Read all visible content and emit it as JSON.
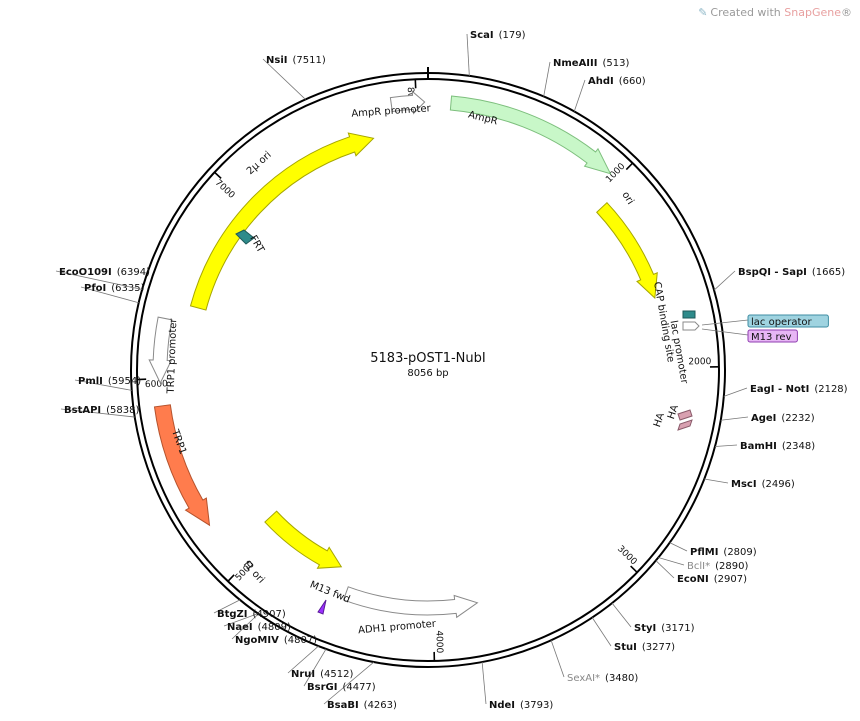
{
  "credit": {
    "prefix": "Created with",
    "brand": "SnapGene",
    "mark": "®"
  },
  "plasmid": {
    "name": "5183-pOST1-NubI",
    "length_label": "8056 bp",
    "length": 8056
  },
  "ticks": [
    {
      "bp": 1000,
      "label": "1000"
    },
    {
      "bp": 2000,
      "label": "2000"
    },
    {
      "bp": 3000,
      "label": "3000"
    },
    {
      "bp": 4000,
      "label": "4000"
    },
    {
      "bp": 5000,
      "label": "5000"
    },
    {
      "bp": 6000,
      "label": "6000"
    },
    {
      "bp": 7000,
      "label": "7000"
    },
    {
      "bp": 8000,
      "label": "8000"
    }
  ],
  "sites": [
    {
      "name": "ScaI",
      "pos": "179",
      "bp": 179,
      "style": "bold"
    },
    {
      "name": "NmeAIII",
      "pos": "513",
      "bp": 513,
      "style": "bold"
    },
    {
      "name": "AhdI",
      "pos": "660",
      "bp": 660,
      "style": "bold"
    },
    {
      "name": "BspQI - SapI",
      "pos": "1665",
      "bp": 1665,
      "style": "bold"
    },
    {
      "name": "EagI - NotI",
      "pos": "2128",
      "bp": 2128,
      "style": "bold"
    },
    {
      "name": "AgeI",
      "pos": "2232",
      "bp": 2232,
      "style": "bold"
    },
    {
      "name": "BamHI",
      "pos": "2348",
      "bp": 2348,
      "style": "bold"
    },
    {
      "name": "MscI",
      "pos": "2496",
      "bp": 2496,
      "style": "bold"
    },
    {
      "name": "PflMI",
      "pos": "2809",
      "bp": 2809,
      "style": "bold"
    },
    {
      "name": "BclI*",
      "pos": "2890",
      "bp": 2890,
      "style": "gray"
    },
    {
      "name": "EcoNI",
      "pos": "2907",
      "bp": 2907,
      "style": "bold"
    },
    {
      "name": "StyI",
      "pos": "3171",
      "bp": 3171,
      "style": "bold"
    },
    {
      "name": "StuI",
      "pos": "3277",
      "bp": 3277,
      "style": "bold"
    },
    {
      "name": "SexAI*",
      "pos": "3480",
      "bp": 3480,
      "style": "gray"
    },
    {
      "name": "NdeI",
      "pos": "3793",
      "bp": 3793,
      "style": "bold"
    },
    {
      "name": "BsaBI",
      "pos": "4263",
      "bp": 4263,
      "style": "bold"
    },
    {
      "name": "BsrGI",
      "pos": "4477",
      "bp": 4477,
      "style": "bold"
    },
    {
      "name": "NruI",
      "pos": "4512",
      "bp": 4512,
      "style": "bold"
    },
    {
      "name": "NgoMIV",
      "pos": "4807",
      "bp": 4807,
      "style": "bold"
    },
    {
      "name": "NaeI",
      "pos": "4809",
      "bp": 4809,
      "style": "bold"
    },
    {
      "name": "BtgZI",
      "pos": "4907",
      "bp": 4907,
      "style": "bold"
    },
    {
      "name": "BstAPI",
      "pos": "5838",
      "bp": 5838,
      "style": "bold"
    },
    {
      "name": "PmlI",
      "pos": "5954",
      "bp": 5954,
      "style": "bold"
    },
    {
      "name": "PfoI",
      "pos": "6335",
      "bp": 6335,
      "style": "bold"
    },
    {
      "name": "EcoO109I",
      "pos": "6394",
      "bp": 6394,
      "style": "bold"
    },
    {
      "name": "NsiI",
      "pos": "7511",
      "bp": 7511,
      "style": "bold"
    }
  ],
  "features": [
    {
      "name": "AmpR",
      "color": "#c8f7c8",
      "stroke": "#7dbf7d"
    },
    {
      "name": "AmpR promoter",
      "color": "#ffffff",
      "stroke": "#8a8a8a"
    },
    {
      "name": "ori",
      "color": "#ffff00",
      "stroke": "#a6a600"
    },
    {
      "name": "2μ ori",
      "color": "#ffff00",
      "stroke": "#a6a600"
    },
    {
      "name": "TRP1 promoter",
      "color": "#ffffff",
      "stroke": "#8a8a8a"
    },
    {
      "name": "TRP1",
      "color": "#ff7c4d",
      "stroke": "#b5522c"
    },
    {
      "name": "f1 ori",
      "color": "#ffff00",
      "stroke": "#a6a600"
    },
    {
      "name": "ADH1 promoter",
      "color": "#ffffff",
      "stroke": "#8a8a8a"
    },
    {
      "name": "M13 fwd",
      "color": "#9b30ff",
      "stroke": "#5a1a99"
    },
    {
      "name": "FRT",
      "color": "#2e8b8b",
      "stroke": "#1d5a5a"
    },
    {
      "name": "HA",
      "color": "#d8a0b0",
      "stroke": "#8a5a6a"
    },
    {
      "name": "CAP binding site",
      "color": "#2e8b8b",
      "stroke": "#1d5a5a"
    },
    {
      "name": "lac promoter",
      "color": "#ffffff",
      "stroke": "#8a8a8a"
    }
  ],
  "tags": [
    {
      "name": "lac operator",
      "color": "#9fd3e0",
      "stroke": "#3f8ea3"
    },
    {
      "name": "M13 rev",
      "color": "#e7b6f5",
      "stroke": "#8f3fb0"
    }
  ]
}
